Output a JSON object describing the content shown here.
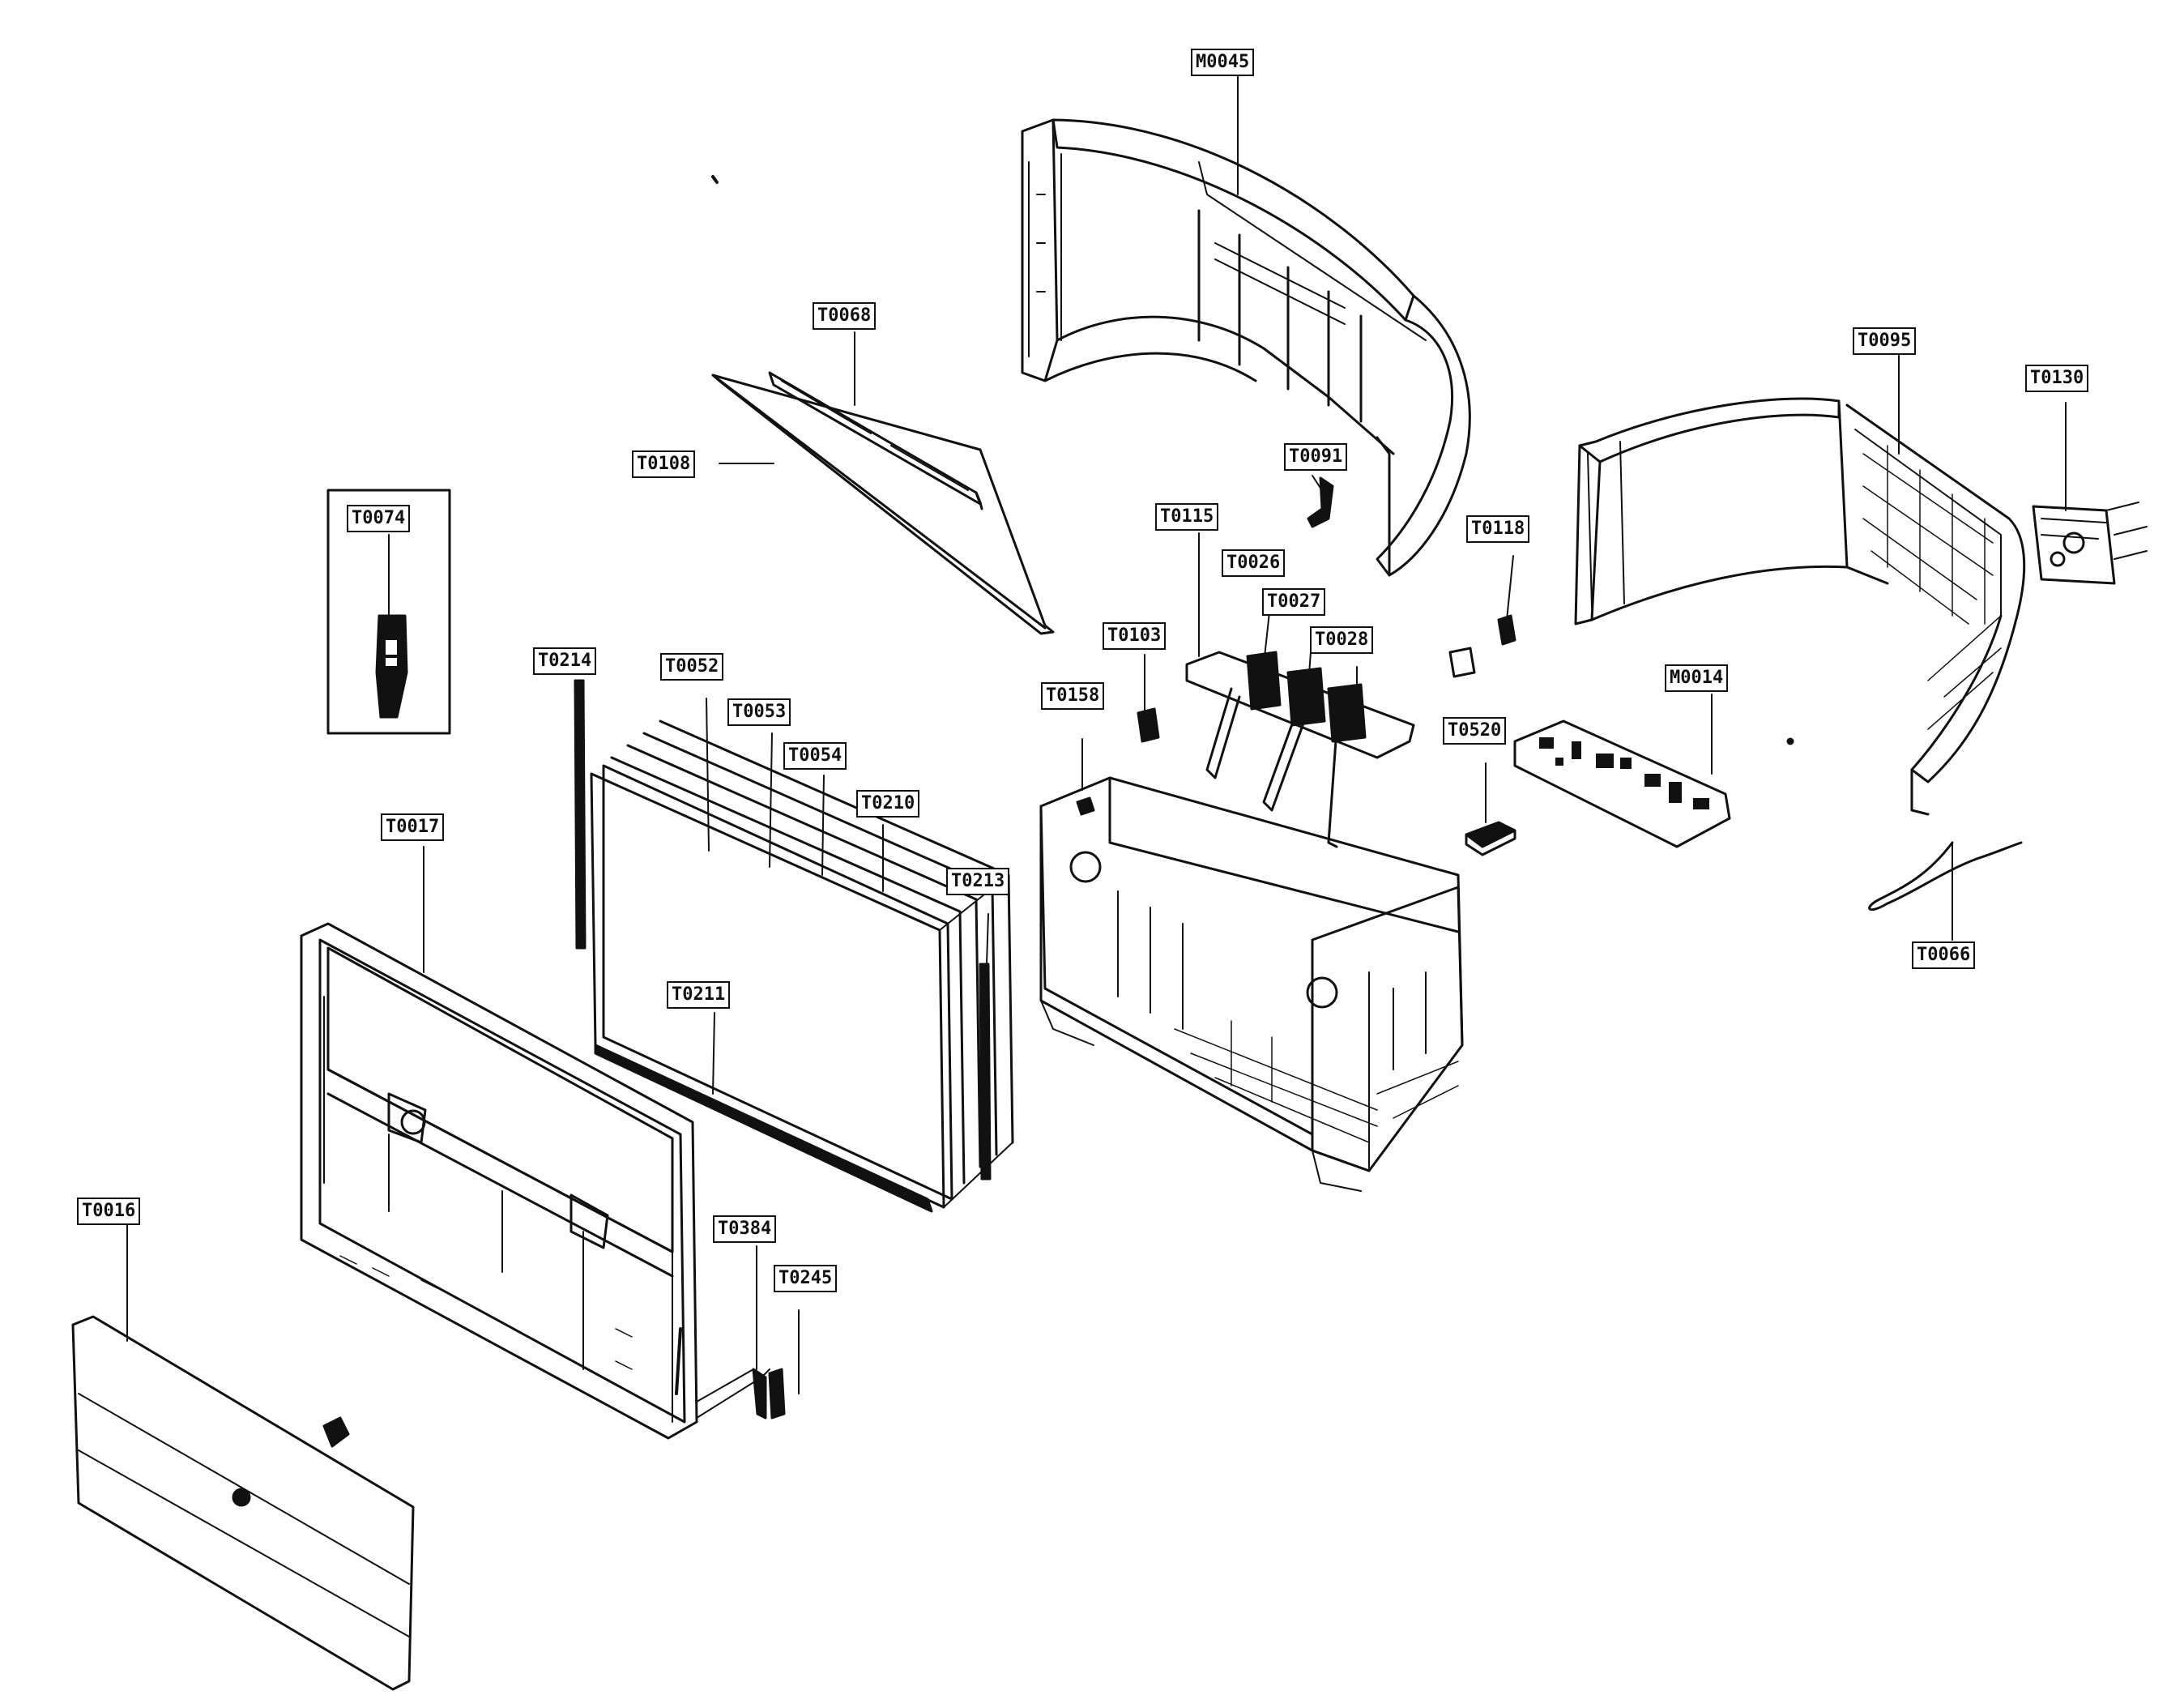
{
  "diagram": {
    "labels": {
      "M0045": "M0045",
      "T0068": "T0068",
      "T0108": "T0108",
      "T0074": "T0074",
      "T0091": "T0091",
      "T0115": "T0115",
      "T0026": "T0026",
      "T0027": "T0027",
      "T0028": "T0028",
      "T0103": "T0103",
      "T0158": "T0158",
      "T0118": "T0118",
      "T0095": "T0095",
      "T0130": "T0130",
      "M0014": "M0014",
      "T0520": "T0520",
      "T0214": "T0214",
      "T0052": "T0052",
      "T0053": "T0053",
      "T0054": "T0054",
      "T0210": "T0210",
      "T0213": "T0213",
      "T0017": "T0017",
      "T0211": "T0211",
      "T0016": "T0016",
      "T0384": "T0384",
      "T0245": "T0245",
      "T0066": "T0066"
    }
  }
}
